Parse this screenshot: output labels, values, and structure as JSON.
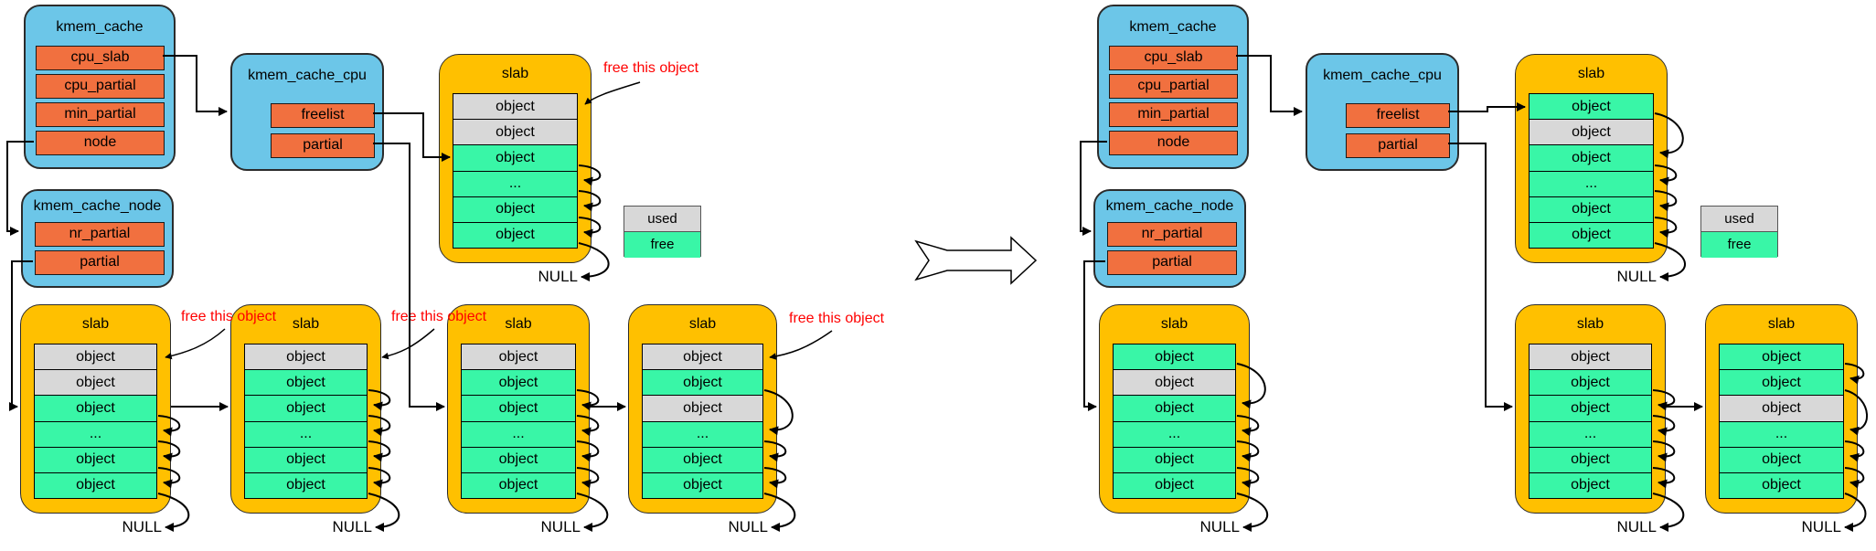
{
  "labels": {
    "slab_title": "slab",
    "null": "NULL",
    "free_annotation": "free this object"
  },
  "legend": {
    "used": "used",
    "free": "free"
  },
  "colors": {
    "struct_fill": "#6CC6E8",
    "field_fill": "#F1703F",
    "slab_fill": "#FFC000",
    "free_fill": "#39F6A7",
    "used_fill": "#D8D8D8",
    "annotation_color": "#FF0000",
    "line_color": "#000000"
  },
  "left": {
    "kmem_cache": {
      "title": "kmem_cache",
      "fields": [
        "cpu_slab",
        "cpu_partial",
        "min_partial",
        "node"
      ]
    },
    "kmem_cache_cpu": {
      "title": "kmem_cache_cpu",
      "fields": [
        "freelist",
        "partial"
      ]
    },
    "kmem_cache_node": {
      "title": "kmem_cache_node",
      "fields": [
        "nr_partial",
        "partial"
      ]
    },
    "annotations": [
      "free this object",
      "free this object",
      "free this object",
      "free this object"
    ],
    "slabs": [
      {
        "title": "slab",
        "rows": [
          {
            "label": "object",
            "state": "used"
          },
          {
            "label": "object",
            "state": "used"
          },
          {
            "label": "object",
            "state": "free"
          },
          {
            "label": "...",
            "state": "free"
          },
          {
            "label": "object",
            "state": "free"
          },
          {
            "label": "object",
            "state": "free"
          }
        ]
      },
      {
        "title": "slab",
        "rows": [
          {
            "label": "object",
            "state": "used"
          },
          {
            "label": "object",
            "state": "used"
          },
          {
            "label": "object",
            "state": "free"
          },
          {
            "label": "...",
            "state": "free"
          },
          {
            "label": "object",
            "state": "free"
          },
          {
            "label": "object",
            "state": "free"
          }
        ]
      },
      {
        "title": "slab",
        "rows": [
          {
            "label": "object",
            "state": "used"
          },
          {
            "label": "object",
            "state": "free"
          },
          {
            "label": "object",
            "state": "free"
          },
          {
            "label": "...",
            "state": "free"
          },
          {
            "label": "object",
            "state": "free"
          },
          {
            "label": "object",
            "state": "free"
          }
        ]
      },
      {
        "title": "slab",
        "rows": [
          {
            "label": "object",
            "state": "used"
          },
          {
            "label": "object",
            "state": "free"
          },
          {
            "label": "object",
            "state": "free"
          },
          {
            "label": "...",
            "state": "free"
          },
          {
            "label": "object",
            "state": "free"
          },
          {
            "label": "object",
            "state": "free"
          }
        ]
      },
      {
        "title": "slab",
        "rows": [
          {
            "label": "object",
            "state": "used"
          },
          {
            "label": "object",
            "state": "free"
          },
          {
            "label": "object",
            "state": "used"
          },
          {
            "label": "...",
            "state": "free"
          },
          {
            "label": "object",
            "state": "free"
          },
          {
            "label": "object",
            "state": "free"
          }
        ]
      }
    ]
  },
  "right": {
    "kmem_cache": {
      "title": "kmem_cache",
      "fields": [
        "cpu_slab",
        "cpu_partial",
        "min_partial",
        "node"
      ]
    },
    "kmem_cache_cpu": {
      "title": "kmem_cache_cpu",
      "fields": [
        "freelist",
        "partial"
      ]
    },
    "kmem_cache_node": {
      "title": "kmem_cache_node",
      "fields": [
        "nr_partial",
        "partial"
      ]
    },
    "slabs": [
      {
        "title": "slab",
        "rows": [
          {
            "label": "object",
            "state": "free"
          },
          {
            "label": "object",
            "state": "used"
          },
          {
            "label": "object",
            "state": "free"
          },
          {
            "label": "...",
            "state": "free"
          },
          {
            "label": "object",
            "state": "free"
          },
          {
            "label": "object",
            "state": "free"
          }
        ]
      },
      {
        "title": "slab",
        "rows": [
          {
            "label": "object",
            "state": "free"
          },
          {
            "label": "object",
            "state": "used"
          },
          {
            "label": "object",
            "state": "free"
          },
          {
            "label": "...",
            "state": "free"
          },
          {
            "label": "object",
            "state": "free"
          },
          {
            "label": "object",
            "state": "free"
          }
        ]
      },
      {
        "title": "slab",
        "rows": [
          {
            "label": "object",
            "state": "used"
          },
          {
            "label": "object",
            "state": "free"
          },
          {
            "label": "object",
            "state": "free"
          },
          {
            "label": "...",
            "state": "free"
          },
          {
            "label": "object",
            "state": "free"
          },
          {
            "label": "object",
            "state": "free"
          }
        ]
      },
      {
        "title": "slab",
        "rows": [
          {
            "label": "object",
            "state": "free"
          },
          {
            "label": "object",
            "state": "free"
          },
          {
            "label": "object",
            "state": "used"
          },
          {
            "label": "...",
            "state": "free"
          },
          {
            "label": "object",
            "state": "free"
          },
          {
            "label": "object",
            "state": "free"
          }
        ]
      }
    ]
  }
}
